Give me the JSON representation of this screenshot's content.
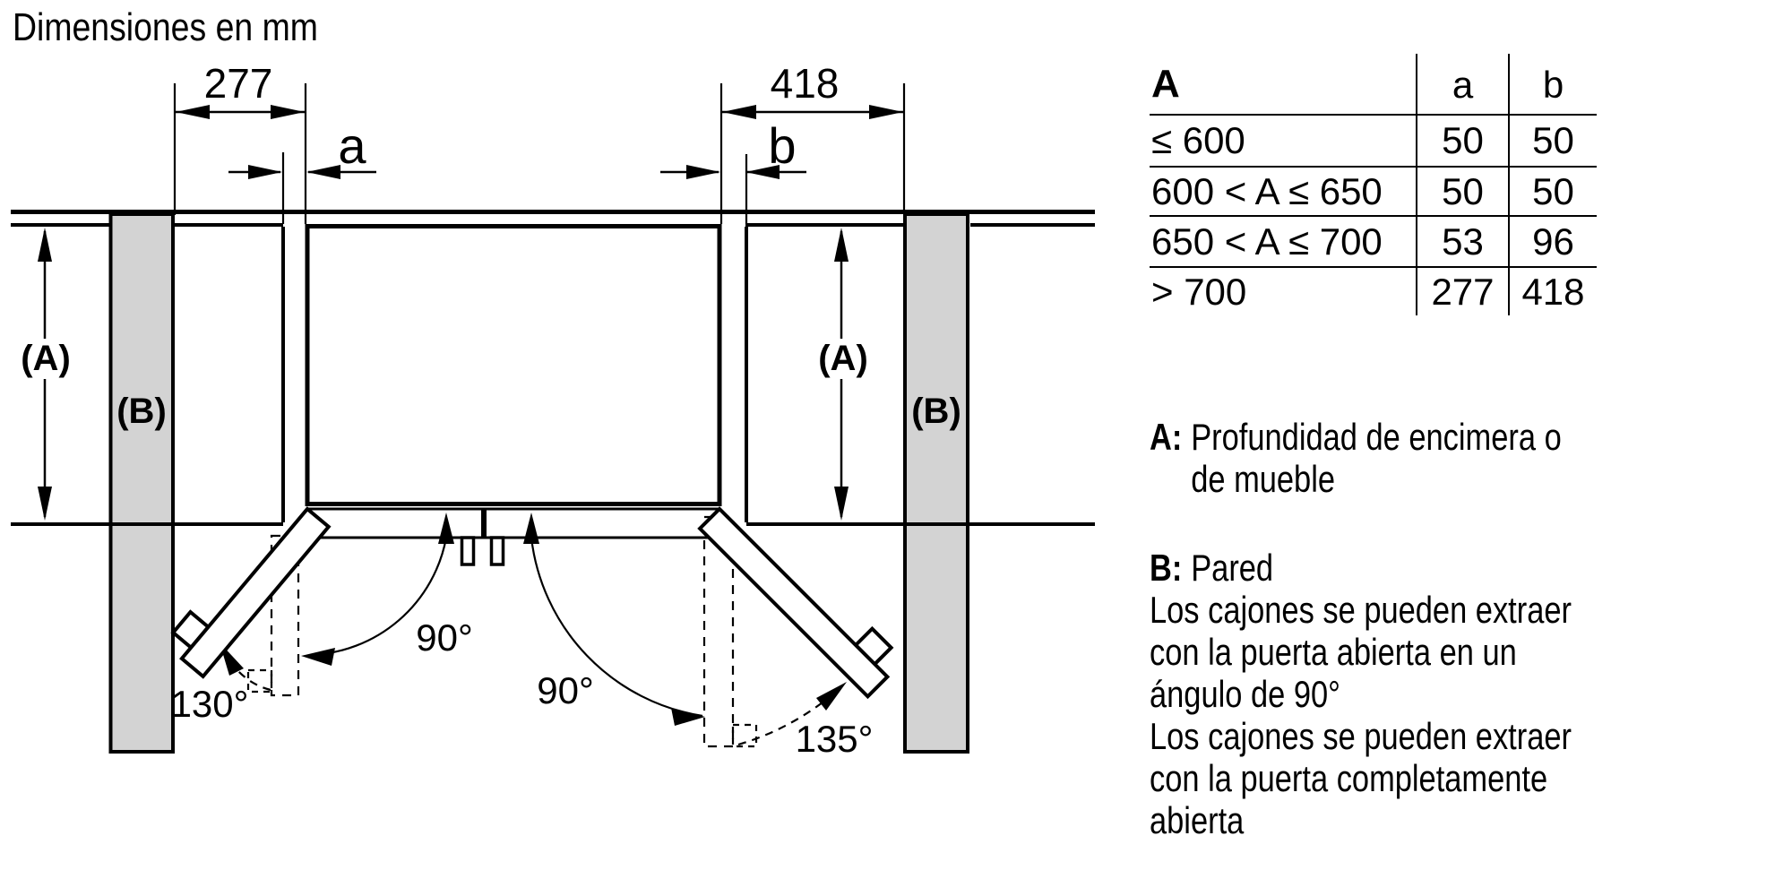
{
  "title": "Dimensiones en mm",
  "diagram": {
    "dim_left": "277",
    "dim_right": "418",
    "label_a": "a",
    "label_b": "b",
    "label_depth_left": "(A)",
    "label_depth_right": "(A)",
    "label_wall_left": "(B)",
    "label_wall_right": "(B)",
    "angle_90_left": "90°",
    "angle_90_right": "90°",
    "angle_130": "130°",
    "angle_135": "135°",
    "colors": {
      "wall_fill": "#d3d3d3",
      "line": "#000000",
      "background": "#ffffff"
    }
  },
  "table": {
    "headers": {
      "A": "A",
      "a": "a",
      "b": "b"
    },
    "rows": [
      {
        "range": "≤ 600",
        "a": "50",
        "b": "50"
      },
      {
        "range": "600 < A ≤ 650",
        "a": "50",
        "b": "50"
      },
      {
        "range": "650 < A ≤ 700",
        "a": "53",
        "b": "96"
      },
      {
        "range": "> 700",
        "a": "277",
        "b": "418"
      }
    ]
  },
  "legend": {
    "a_label": "A:",
    "a_text": "Profundidad de encimera o\nde mueble",
    "b_label": "B:",
    "b_text": "Pared",
    "notes": "Los cajones se pueden extraer\ncon la puerta abierta en un\nángulo de 90°\nLos cajones se pueden extraer\ncon la puerta completamente\nabierta"
  }
}
